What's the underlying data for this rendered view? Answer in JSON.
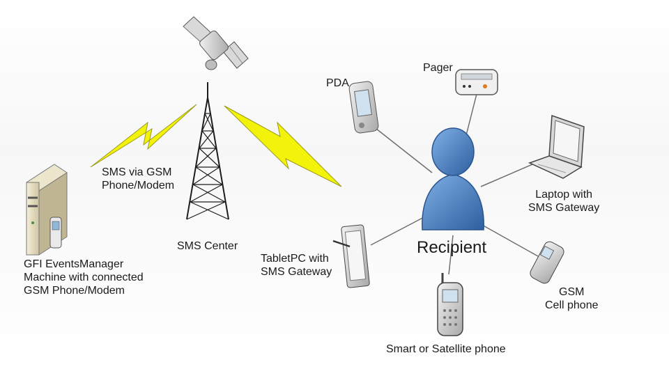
{
  "labels": {
    "sms_link": [
      "SMS via GSM",
      "Phone/Modem"
    ],
    "sms_center": "SMS Center",
    "gfi_machine": [
      "GFI EventsManager",
      "Machine with connected",
      "GSM Phone/Modem"
    ],
    "pda": "PDA",
    "pager": "Pager",
    "recipient": "Recipient",
    "laptop": [
      "Laptop with",
      "SMS Gateway"
    ],
    "tabletpc": [
      "TabletPC with",
      "SMS Gateway"
    ],
    "gsm_phone": [
      "GSM",
      "Cell phone"
    ],
    "smart_phone": "Smart or Satellite phone"
  },
  "colors": {
    "lightning": "#f2f20a",
    "recipient_body": "#4f84c4",
    "connector": "#6e6e6e"
  }
}
